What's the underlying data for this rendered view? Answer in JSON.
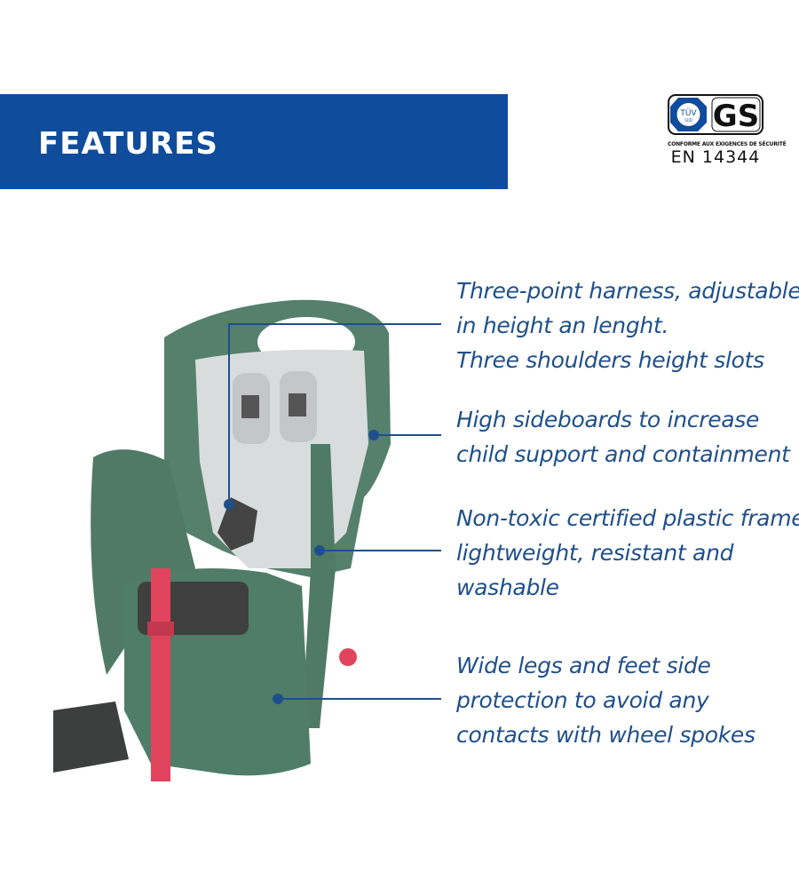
{
  "header": {
    "title": "FEATURES"
  },
  "certification": {
    "logo_text": "TÜV SÜD GS",
    "caption": "CONFORME AUX EXIGENCES DE SÉCURITÉ",
    "standard": "EN 14344"
  },
  "features": [
    {
      "lines": [
        "Three-point harness, adjustable",
        "in height an lenght.",
        "Three shoulders height slots"
      ]
    },
    {
      "lines": [
        "High sideboards to increase",
        "child support and containment"
      ]
    },
    {
      "lines": [
        "Non-toxic certified plastic frame",
        "lightweight, resistant and",
        "washable"
      ]
    },
    {
      "lines": [
        "Wide legs and feet side",
        "protection to avoid any",
        "contacts with wheel spokes"
      ]
    }
  ],
  "colors": {
    "brand": "#0f4c9c",
    "text": "#1f4f8a",
    "seat": "#4f7d68",
    "pad": "#d9dcdc",
    "strap": "#e0445c"
  }
}
